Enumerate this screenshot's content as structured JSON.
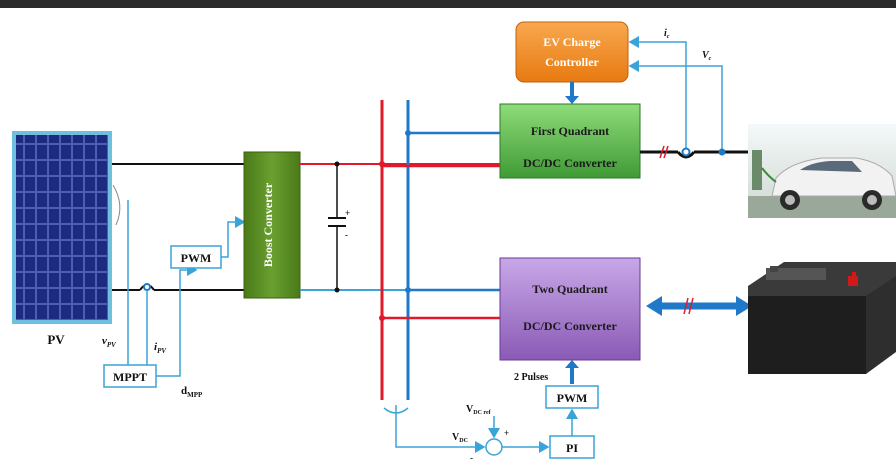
{
  "diagram": {
    "pv_label": "PV",
    "pv_voltage": "v",
    "pv_voltage_sub": "PV",
    "pv_current": "i",
    "pv_current_sub": "PV",
    "mppt_label": "MPPT",
    "duty_label": "d",
    "duty_sub": "MPP",
    "pwm_left_label": "PWM",
    "boost_label": "Boost Converter",
    "ev_controller_line1": "EV Charge",
    "ev_controller_line2": "Controller",
    "ev_current_label": "i",
    "ev_current_sub": "c",
    "ev_voltage_label": "V",
    "ev_voltage_sub": "c",
    "first_quadrant_line1": "First Quadrant",
    "first_quadrant_line2": "DC/DC Converter",
    "two_quadrant_line1": "Two Quadrant",
    "two_quadrant_line2": "DC/DC Converter",
    "pulses_label": "2 Pulses",
    "pwm_right_label": "PWM",
    "pi_label": "PI",
    "vdc_ref_label": "V",
    "vdc_ref_sub": "DC ref",
    "vdc_label": "V",
    "vdc_sub": "DC",
    "plus_sign": "+",
    "minus_sign": "-",
    "cap_plus": "+",
    "cap_minus": "-"
  },
  "colors": {
    "pv_panel": "#1a2a7a",
    "boost_box": "#5a8a1e",
    "ev_controller_box": "#f28a1e",
    "first_quadrant_box": "#5bbd4e",
    "two_quadrant_box": "#9a6ac0",
    "red_bus": "#e01a2a",
    "blue_bus": "#1f78c8",
    "signal_line": "#3aa3d8",
    "black_line": "#111111"
  }
}
